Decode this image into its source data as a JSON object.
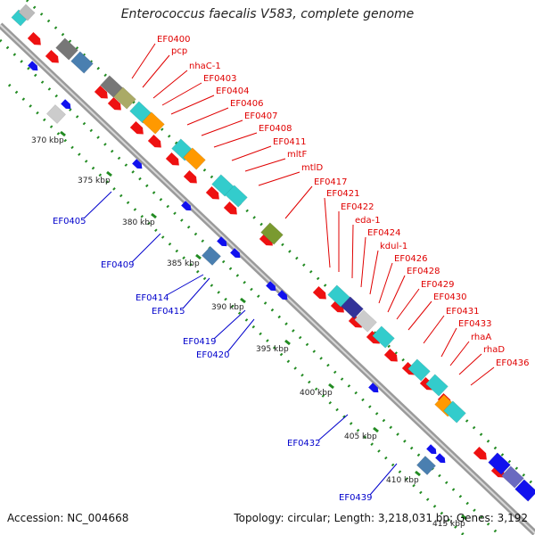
{
  "title": "Enterococcus faecalis V583, complete genome",
  "footer": {
    "accession": "Accession: NC_004668",
    "summary": "Topology: circular; Length: 3,218,031 bp; Genes: 3,192"
  },
  "colors": {
    "forward_label": "#e00000",
    "reverse_label": "#0000cc",
    "backbone": "#888888",
    "tick": "#228b22"
  },
  "scale_labels": [
    "370 kbp",
    "375 kbp",
    "380 kbp",
    "385 kbp",
    "390 kbp",
    "395 kbp",
    "400 kbp",
    "405 kbp",
    "410 kbp",
    "415 kbp"
  ],
  "forward_gene_labels": [
    "EF0400",
    "pcp",
    "nhaC-1",
    "EF0403",
    "EF0404",
    "EF0406",
    "EF0407",
    "EF0408",
    "EF0411",
    "mltF",
    "mtlD",
    "EF0417",
    "EF0421",
    "EF0422",
    "eda-1",
    "EF0424",
    "kdul-1",
    "EF0426",
    "EF0428",
    "EF0429",
    "EF0430",
    "EF0431",
    "EF0433",
    "rhaA",
    "rhaD",
    "EF0436"
  ],
  "reverse_gene_labels": [
    "EF0405",
    "EF0409",
    "EF0414",
    "EF0415",
    "EF0419",
    "EF0420",
    "EF0432",
    "EF0439"
  ]
}
